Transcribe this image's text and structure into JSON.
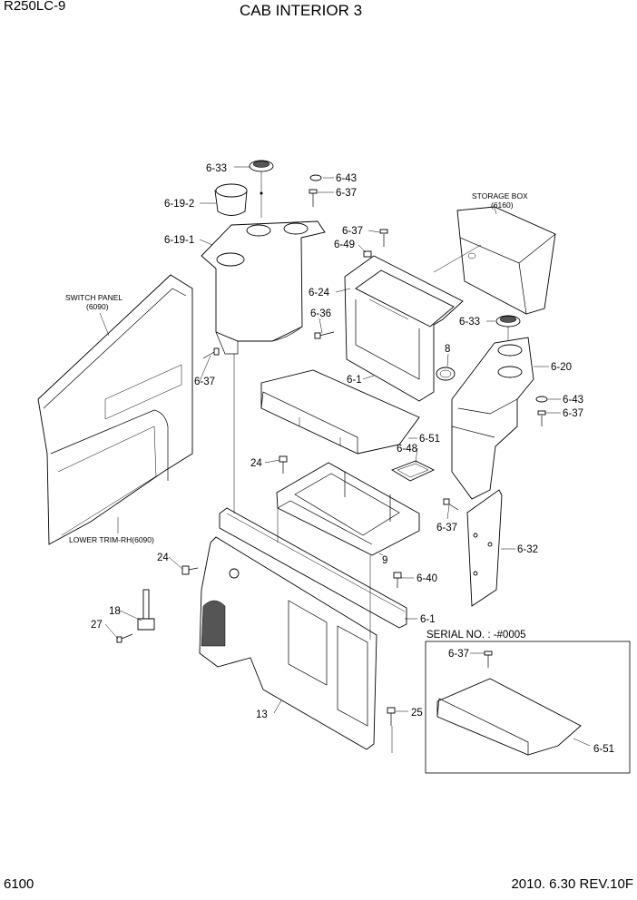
{
  "header": {
    "model": "R250LC-9",
    "title": "CAB INTERIOR 3"
  },
  "footer": {
    "page_number": "6100",
    "date_revision": "2010. 6.30  REV.10F"
  },
  "notes": {
    "storage_box_1": "STORAGE BOX",
    "storage_box_2": "(6160)",
    "switch_panel_1": "SWITCH PANEL",
    "switch_panel_2": "(6090)",
    "lower_trim": "LOWER TRIM-RH(6090)",
    "serial": "SERIAL NO. : -#0005"
  },
  "callouts": {
    "c6_33a": "6-33",
    "c6_43a": "6-43",
    "c6_37a": "6-37",
    "c6_19_2": "6-19-2",
    "c6_19_1": "6-19-1",
    "c6_37b": "6-37",
    "c6_49": "6-49",
    "c6_24": "6-24",
    "c6_36": "6-36",
    "c6_33b": "6-33",
    "c8": "8",
    "c6_20": "6-20",
    "c6_1a": "6-1",
    "c6_37c": "6-37",
    "c6_43b": "6-43",
    "c6_37d": "6-37",
    "c6_51a": "6-51",
    "c6_48": "6-48",
    "c24a": "24",
    "c6_37e": "6-37",
    "c6_32": "6-32",
    "c24b": "24",
    "c9": "9",
    "c6_40": "6-40",
    "c18": "18",
    "c6_1b": "6-1",
    "c27": "27",
    "c6_37f": "6-37",
    "c25": "25",
    "c13": "13",
    "c6_51b": "6-51"
  }
}
